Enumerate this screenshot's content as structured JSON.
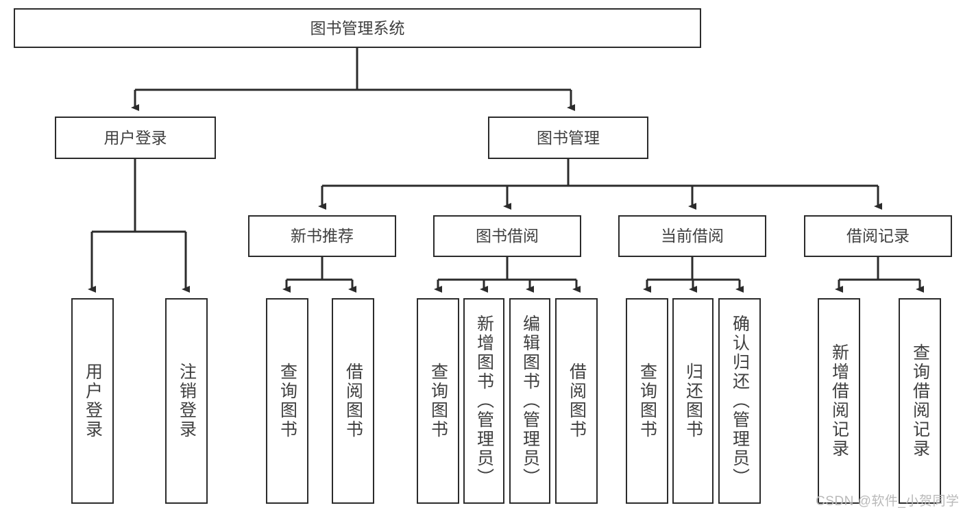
{
  "diagram": {
    "title": "图书管理系统",
    "type": "tree-hierarchy-chart",
    "colors": {
      "stroke": "#2b2b2b",
      "text": "#3f3f3f",
      "background": "#ffffff",
      "watermark": "#b9b9b9"
    },
    "levels": {
      "root": {
        "label": "图书管理系统"
      },
      "level2": [
        {
          "label": "用户登录"
        },
        {
          "label": "图书管理"
        }
      ],
      "level3": [
        {
          "label": "新书推荐"
        },
        {
          "label": "图书借阅"
        },
        {
          "label": "当前借阅"
        },
        {
          "label": "借阅记录"
        }
      ]
    },
    "leaves": {
      "user_login": [
        {
          "label": "用户登录"
        },
        {
          "label": "注销登录"
        }
      ],
      "new_book_recommend": [
        {
          "label": "查询图书"
        },
        {
          "label": "借阅图书"
        }
      ],
      "book_borrow": [
        {
          "label": "查询图书"
        },
        {
          "label": "新增图书（管理员）"
        },
        {
          "label": "编辑图书（管理员）"
        },
        {
          "label": "借阅图书"
        }
      ],
      "current_borrow": [
        {
          "label": "查询图书"
        },
        {
          "label": "归还图书"
        },
        {
          "label": "确认归还（管理员）"
        }
      ],
      "borrow_record": [
        {
          "label": "新增借阅记录"
        },
        {
          "label": "查询借阅记录"
        }
      ]
    },
    "watermark": "CSDN @软件_小贺同学"
  }
}
